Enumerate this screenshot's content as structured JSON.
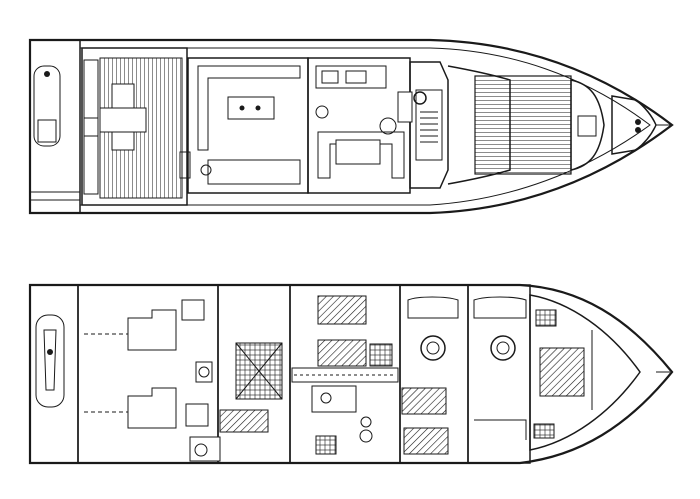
{
  "diagram": {
    "views": [
      {
        "id": "upper-deck",
        "kind": "deck-plan"
      },
      {
        "id": "lower-deck",
        "kind": "accommodation-plan"
      }
    ],
    "colors": {
      "line": "#1a1a1a",
      "background": "#ffffff",
      "hatch": "#1a1a1a"
    }
  }
}
